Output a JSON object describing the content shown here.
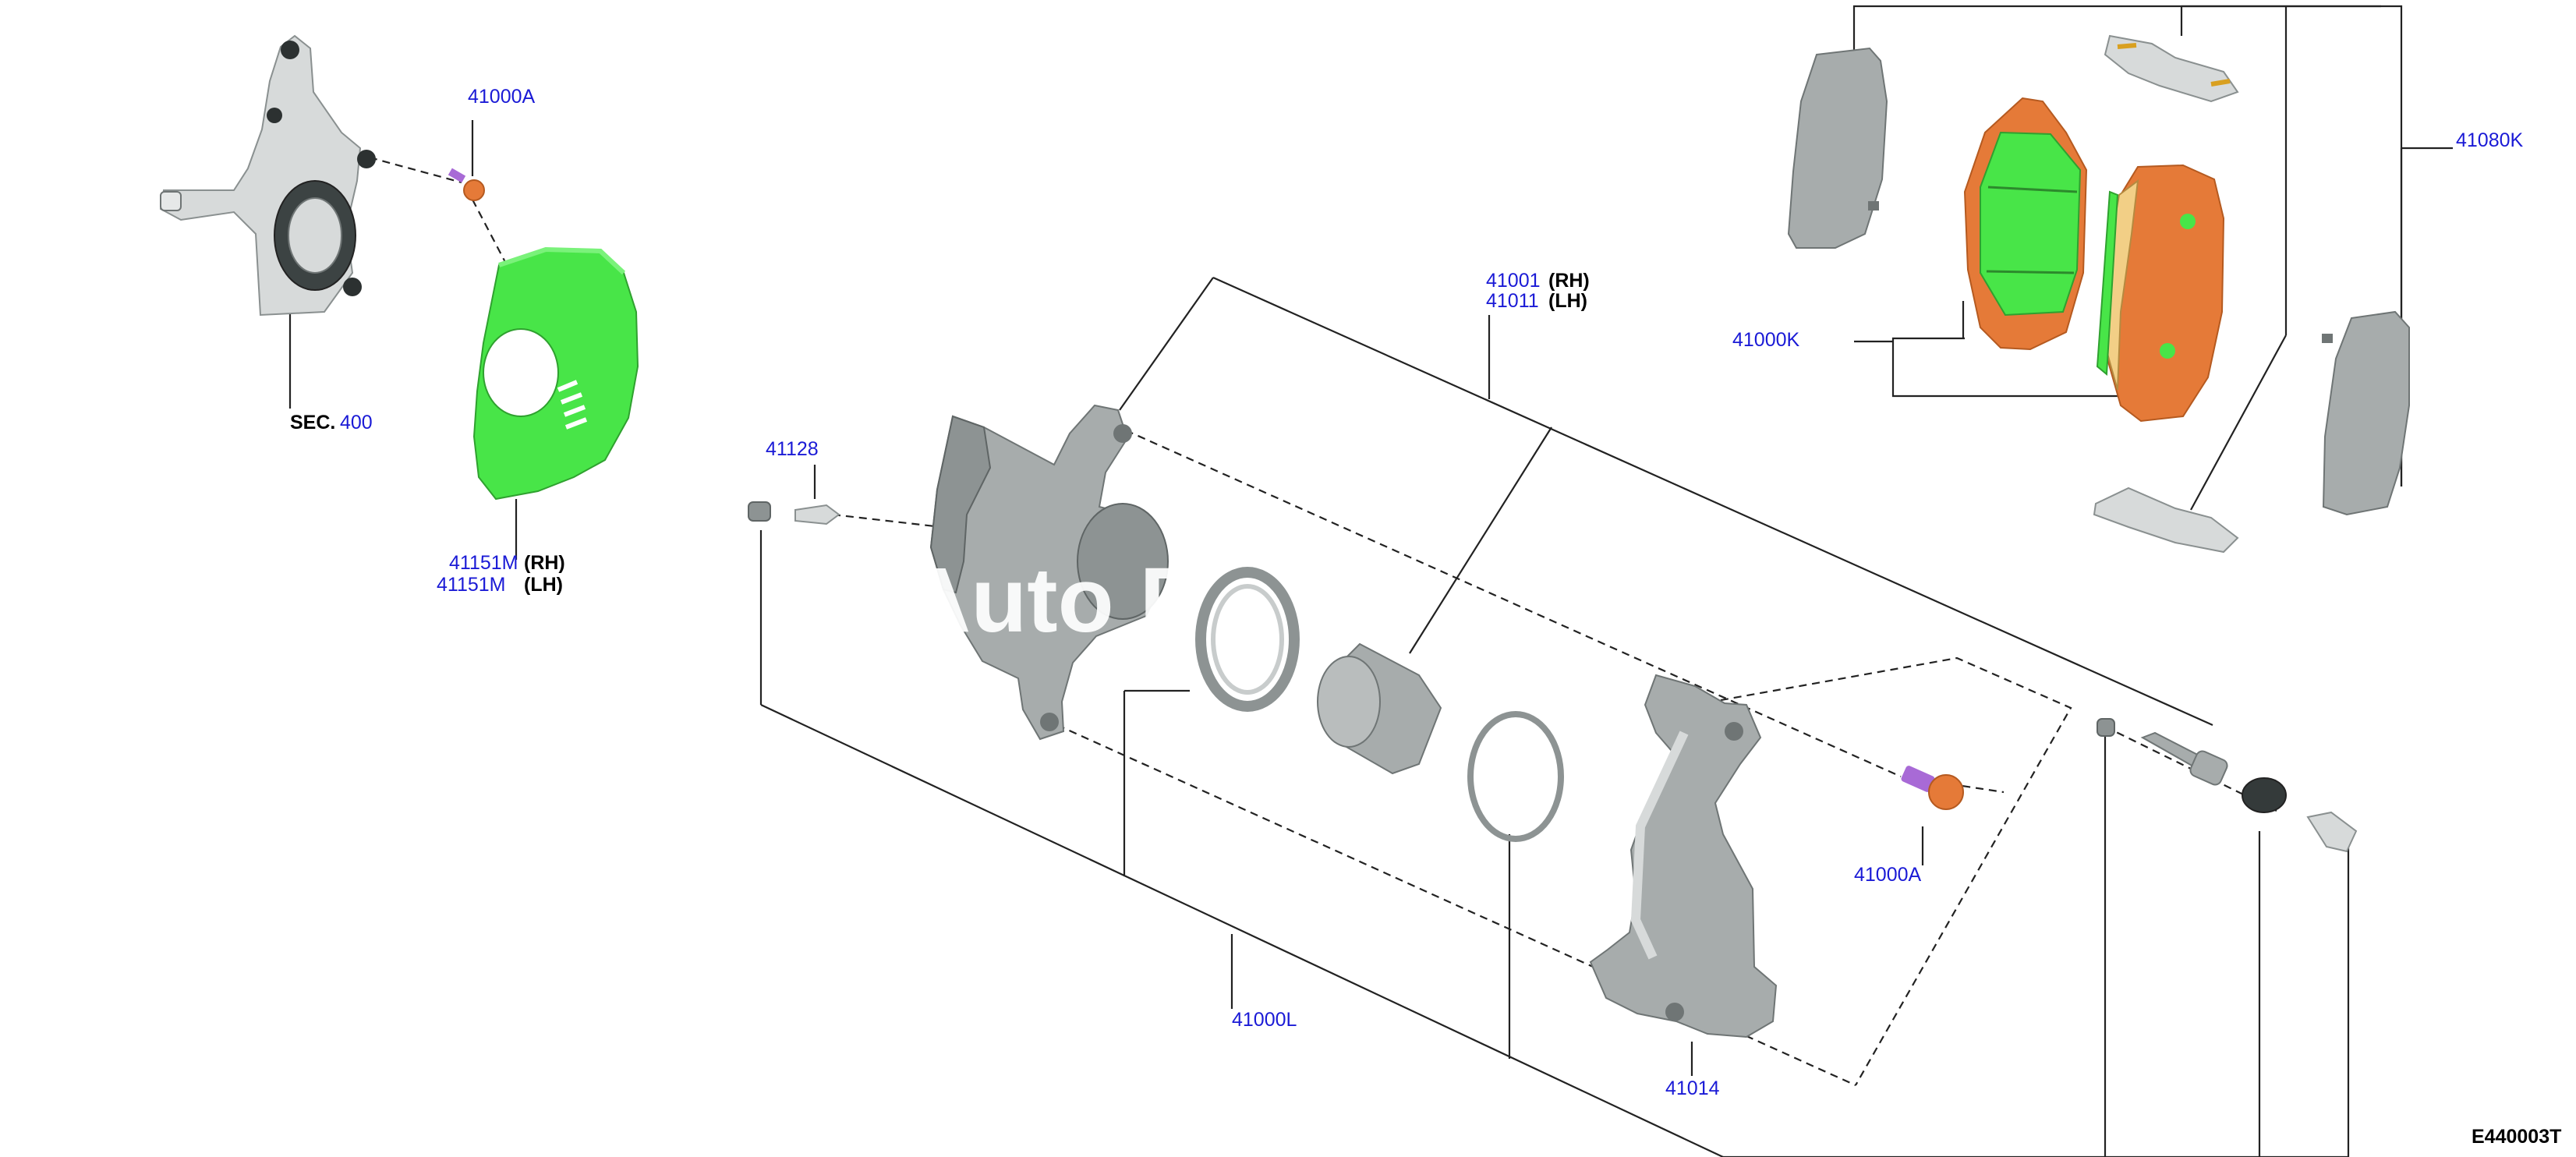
{
  "diagram_code": "E440003T",
  "watermark": "Auto P",
  "colors": {
    "label_blue": "#1a1ad6",
    "shim_green": "#48e548",
    "pad_orange": "#e57a38",
    "part_grey": "#a7acac"
  },
  "labels": {
    "knuckle_bolt": "41000A",
    "sec_prefix": "SEC.",
    "sec_number": "400",
    "shield_rh_num": "41151M",
    "shield_rh_side": "(RH)",
    "shield_lh_num": "41151M",
    "shield_lh_side": "(LH)",
    "bleeder": "41128",
    "caliper_rh_num": "41001",
    "caliper_rh_side": "(RH)",
    "caliper_lh_num": "41011",
    "caliper_lh_side": "(LH)",
    "pad_kit": "41000K",
    "hardware_kit": "41080K",
    "caliper_bolt": "41000A",
    "seal_kit": "41000L",
    "bracket": "41014"
  }
}
